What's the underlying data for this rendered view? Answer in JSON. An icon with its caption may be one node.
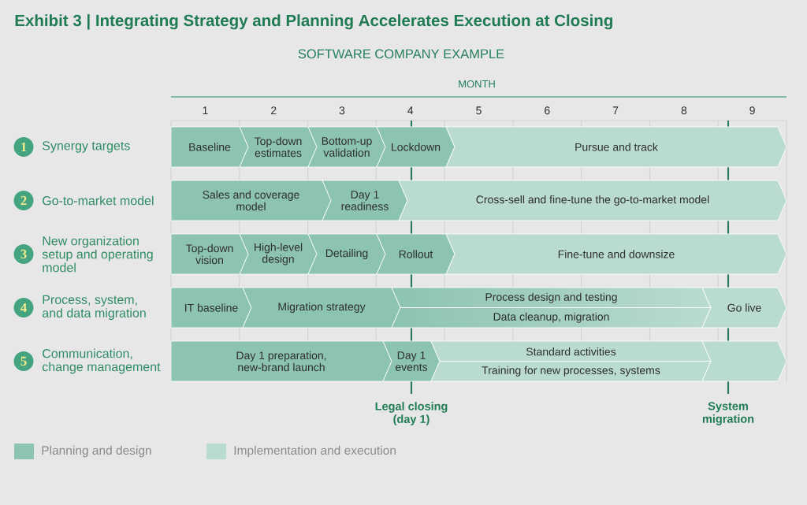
{
  "diagram": {
    "title": "Exhibit 3 | Integrating Strategy and Planning Accelerates Execution at Closing",
    "nodes": [
      {
        "text": [
          "1"
        ],
        "beside": [
          "Synergy targets"
        ]
      },
      {
        "text": [
          "Baseline"
        ]
      },
      {
        "text": [
          "Top-down estimates"
        ]
      },
      {
        "text": [
          "Bottom-up validation"
        ]
      },
      {
        "text": [
          "Lockdown"
        ]
      },
      {
        "text": [
          "Pursue and track"
        ]
      },
      {
        "text": [
          "2"
        ],
        "beside": [
          "Go-to-market model"
        ]
      },
      {
        "text": [
          "Sales and coverage model"
        ]
      },
      {
        "text": [
          "Day 1 readiness"
        ]
      },
      {
        "text": [
          "Cross-sell and fine-tune the go-to-market model"
        ]
      },
      {
        "text": [
          "3"
        ],
        "beside": [
          "New organization setup and operating model"
        ]
      },
      {
        "text": [
          "Top-down vision"
        ]
      },
      {
        "text": [
          "High-level design"
        ]
      },
      {
        "text": [
          "Detailing"
        ]
      },
      {
        "text": [
          "Rollout"
        ]
      },
      {
        "text": [
          "Fine-tune and downsize"
        ]
      },
      {
        "text": [
          "4"
        ],
        "beside": [
          "Process, system, and data migration"
        ]
      },
      {
        "text": [
          "IT baseline"
        ]
      },
      {
        "text": [
          "Migration strategy"
        ]
      },
      {
        "text": [
          "Process design and testing"
        ]
      },
      {
        "text": [
          "Data cleanup, migration"
        ]
      },
      {
        "text": [
          "Go live"
        ]
      },
      {
        "text": [
          "5"
        ],
        "beside": [
          "Communication, change management"
        ]
      },
      {
        "text": [
          "Day 1 preparation, new-brand launch"
        ]
      },
      {
        "text": [
          "Day 1 events"
        ]
      },
      {
        "text": [
          "Standard activities"
        ]
      },
      {
        "text": [
          "Training for new processes, systems"
        ]
      },
      {
        "text": [],
        "shape": "chevron"
      }
    ],
    "labels": [
      "SOFTWARE COMPANY EXAMPLE",
      "MONTH",
      "1",
      "2",
      "3",
      "4",
      "5",
      "6",
      "7",
      "8",
      "9",
      "Legal closing (day 1)",
      "System migration"
    ],
    "legend": [
      {
        "text": "Planning and design",
        "color": "#8cc3b1"
      },
      {
        "text": "Implementation and execution",
        "color": "#badbd0"
      }
    ]
  }
}
